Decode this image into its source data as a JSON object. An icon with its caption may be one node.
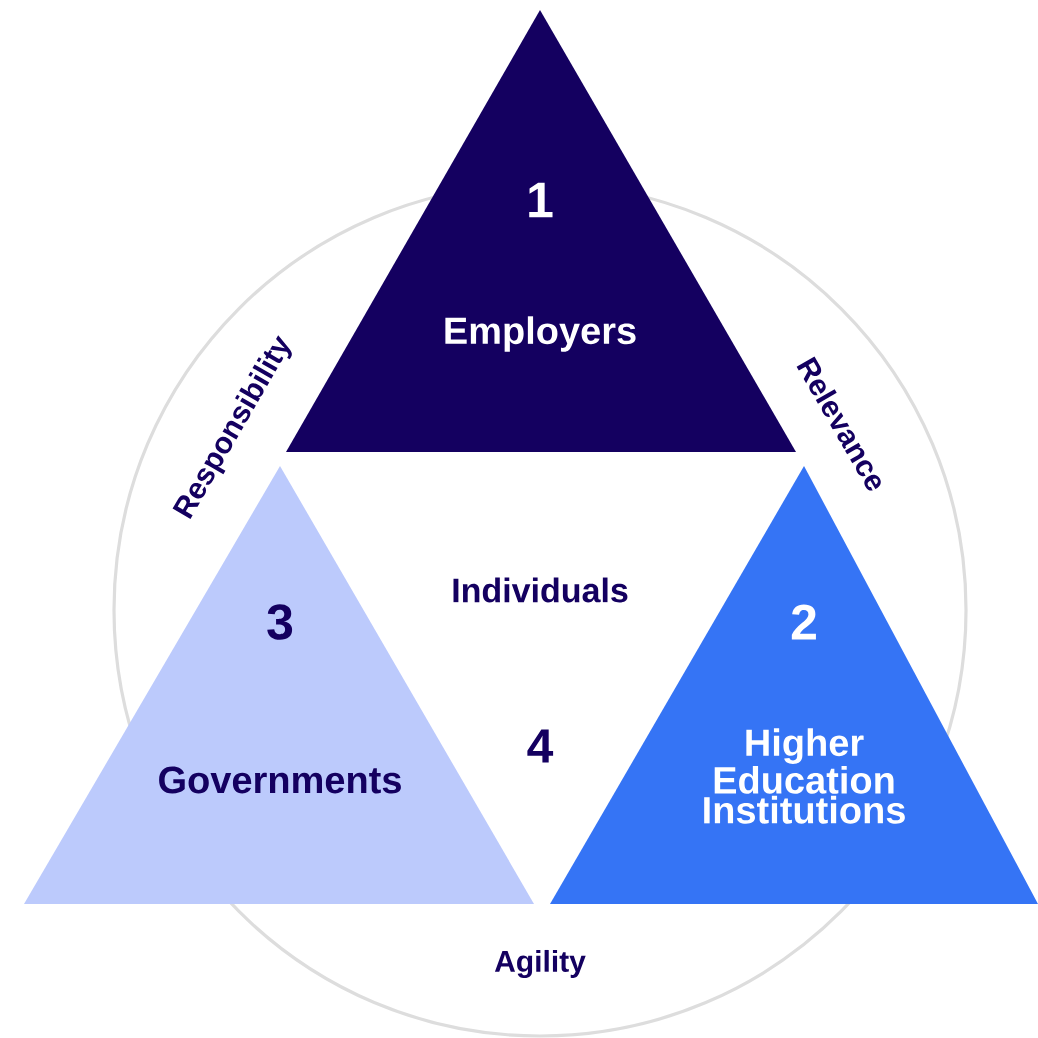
{
  "diagram": {
    "nodes": [
      {
        "text": [
          "1",
          "Employers"
        ]
      },
      {
        "text": [
          "2",
          "Higher Education Institutions"
        ]
      },
      {
        "text": [
          "3",
          "Governments"
        ]
      }
    ],
    "edges": [],
    "labels": [
      "Responsibility",
      "Relevance",
      "Individuals",
      "4",
      "Agility"
    ]
  }
}
